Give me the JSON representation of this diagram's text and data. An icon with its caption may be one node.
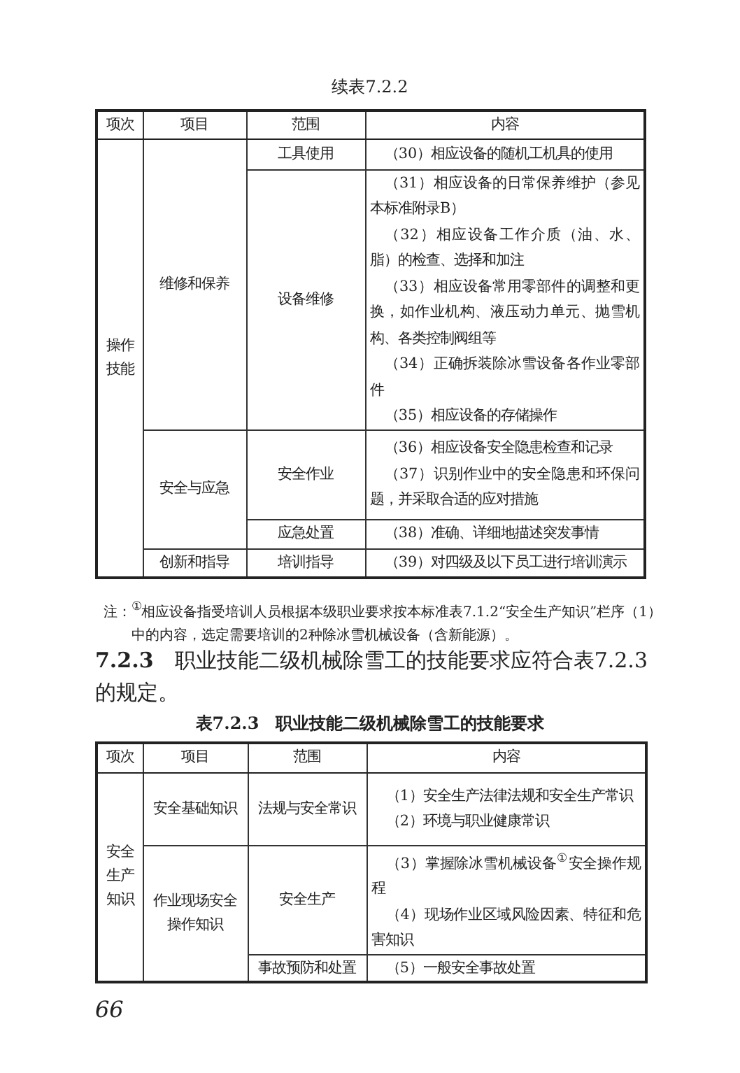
{
  "diagram": {
    "labels": [
      "续表7.2.2",
      "项次",
      "项目",
      "范围",
      "内容",
      "操作技能",
      "维修和保养",
      "工具使用",
      "（30）相应设备的随机工机具的使用",
      "设备维修",
      "（31）相应设备的日常保养维护（参见本标准附录B）",
      "（32）相应设备工作介质（油、水、脂）的检查、选择和加注",
      "（33）相应设备常用零部件的调整和更换，如作业机构、液压动力单元、抛雪机构、各类控制阀组等",
      "（34）正确拆装除冰雪设备各作业零部件",
      "（35）相应设备的存储操作",
      "安全与应急",
      "安全作业",
      "（36）相应设备安全隐患检查和记录",
      "（37）识别作业中的安全隐患和环保问题，并采取合适的应对措施",
      "应急处置",
      "（38）准确、详细地描述突发事情",
      "创新和指导",
      "培训指导",
      "（39）对四级及以下员工进行培训演示",
      "注：$^{①}$相应设备指受培训人员根据本级职业要求按本标准表7.1.2“安全生产知识”栏序（1）中的内容，选定需要培训的2种除冰雪机械设备（含新能源）。",
      "**7.2.3**　职业技能二级机械除雪工的技能要求应符合表7.2.3的规定。",
      "表7.2.3　职业技能二级机械除雪工的技能要求",
      "项次",
      "项目",
      "范围",
      "内容",
      "安全生产知识",
      "安全基础知识",
      "法规与安全常识",
      "（1）安全生产法律法规和安全生产常识",
      "（2）环境与职业健康常识",
      "作业现场安全操作知识",
      "安全生产",
      "（3）掌握除冰雪机械设备$^{①}$安全操作规程",
      "（4）现场作业区域风险因素、特征和危害知识",
      "事故预防和处置",
      "（5）一般安全事故处置",
      "66"
    ]
  }
}
